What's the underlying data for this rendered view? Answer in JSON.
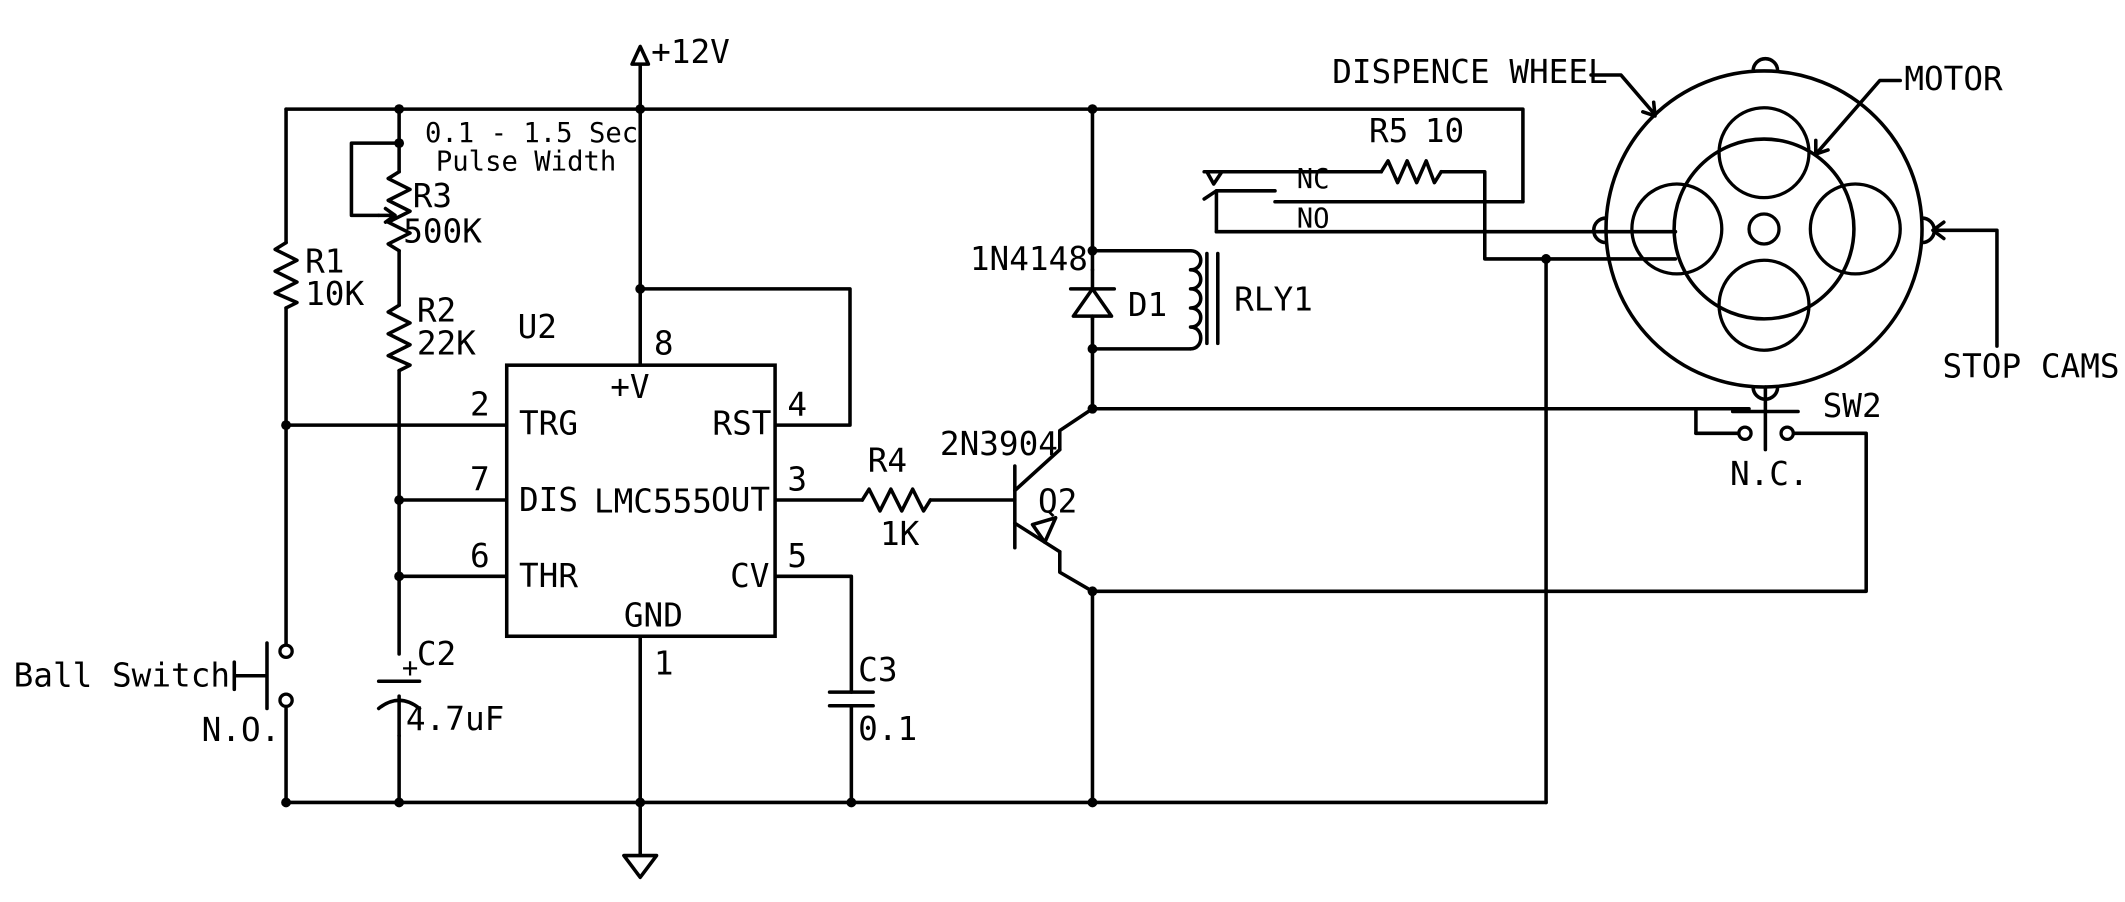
{
  "supply": {
    "label": "+12V"
  },
  "timer": {
    "ref": "U2",
    "part": "LMC555",
    "pins": {
      "vcc": {
        "name": "+V",
        "num": "8"
      },
      "trg": {
        "name": "TRG",
        "num": "2"
      },
      "dis": {
        "name": "DIS",
        "num": "7"
      },
      "thr": {
        "name": "THR",
        "num": "6"
      },
      "rst": {
        "name": "RST",
        "num": "4"
      },
      "out": {
        "name": "OUT",
        "num": "3"
      },
      "cv": {
        "name": "CV",
        "num": "5"
      },
      "gnd": {
        "name": "GND",
        "num": "1"
      }
    }
  },
  "components": {
    "r1": {
      "ref": "R1",
      "value": "10K"
    },
    "r2": {
      "ref": "R2",
      "value": "22K"
    },
    "r3": {
      "ref": "R3",
      "value": "500K"
    },
    "r4": {
      "ref": "R4",
      "value": "1K"
    },
    "r5": {
      "ref": "R5",
      "value": "10"
    },
    "c2": {
      "ref": "C2",
      "value": "4.7uF",
      "polarity": "+"
    },
    "c3": {
      "ref": "C3",
      "value": "0.1"
    },
    "d1": {
      "ref": "D1",
      "part": "1N4148"
    },
    "q2": {
      "ref": "Q2",
      "part": "2N3904"
    },
    "rly1": {
      "ref": "RLY1",
      "nc": "NC",
      "no": "NO"
    },
    "sw2": {
      "ref": "SW2",
      "type": "N.C."
    },
    "ball_switch": {
      "label": "Ball Switch",
      "type": "N.O."
    }
  },
  "annotations": {
    "pulse_line1": "0.1 - 1.5 Sec",
    "pulse_line2": "Pulse Width",
    "dispence_wheel": "DISPENCE WHEEL",
    "motor": "MOTOR",
    "stop_cams": "STOP CAMS"
  }
}
